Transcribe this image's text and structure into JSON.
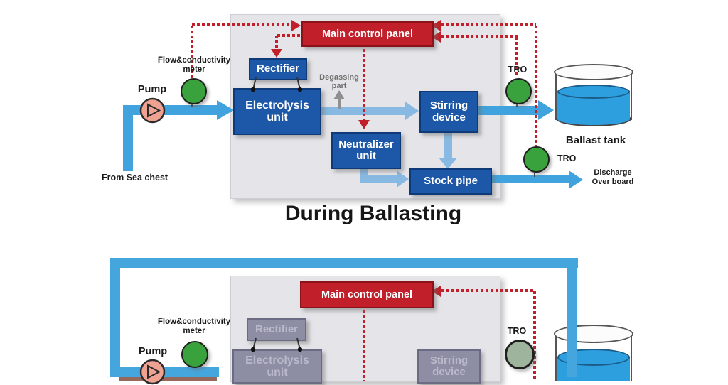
{
  "colors": {
    "process_box_blue": "#1d57a8",
    "control_panel_red": "#c1202a",
    "pipe_blue": "#41a3dd",
    "flow_arrow_blue": "#88b9e2",
    "dotted_signal_red": "#c1202a",
    "sensor_green": "#3aa23d",
    "sensor_inactive_sage": "#9fb49d",
    "pump_salmon": "#efa192",
    "panel_gray": "#e5e5e9",
    "inactive_box_gray": "#8d8da3",
    "water_blue": "#2d9ede"
  },
  "top": {
    "title": "During Ballasting",
    "main_control_panel": "Main control panel",
    "rectifier": "Rectifier",
    "electrolysis_unit": "Electrolysis\nunit",
    "stirring_device": "Stirring\ndevice",
    "neutralizer_unit": "Neutralizer\nunit",
    "stock_pipe": "Stock pipe",
    "degassing": "Degassing\npart",
    "flow_meter": "Flow&conductivity\nmeter",
    "pump": "Pump",
    "from_sea_chest": "From Sea chest",
    "tro_inlet": "TRO",
    "tro_outlet": "TRO",
    "ballast_tank": "Ballast tank",
    "discharge": "Discharge\nOver board"
  },
  "bottom": {
    "main_control_panel": "Main control panel",
    "rectifier": "Rectifier",
    "electrolysis_unit": "Electrolysis\nunit",
    "stirring_device": "Stirring\ndevice",
    "flow_meter": "Flow&conductivity\nmeter",
    "pump": "Pump",
    "tro": "TRO"
  }
}
